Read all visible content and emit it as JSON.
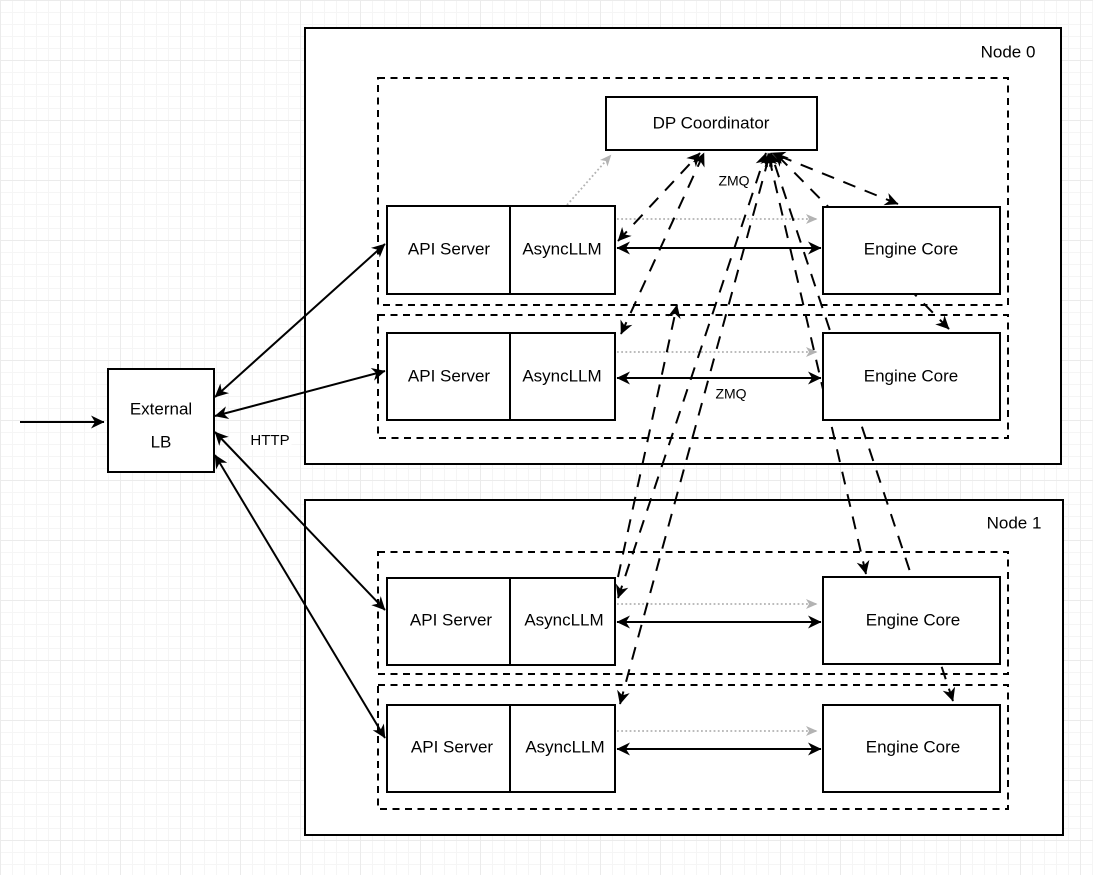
{
  "diagram": {
    "node_groups": [
      {
        "label": "Node 0"
      },
      {
        "label": "Node 1"
      }
    ],
    "external_lb": {
      "line1": "External",
      "line2": "LB"
    },
    "dp_coordinator": {
      "label": "DP Coordinator"
    },
    "rows": [
      {
        "node": "Node 0",
        "api_server": "API Server",
        "asyncllm": "AsyncLLM",
        "engine_core": "Engine Core"
      },
      {
        "node": "Node 0",
        "api_server": "API Server",
        "asyncllm": "AsyncLLM",
        "engine_core": "Engine Core"
      },
      {
        "node": "Node 1",
        "api_server": "API Server",
        "asyncllm": "AsyncLLM",
        "engine_core": "Engine Core"
      },
      {
        "node": "Node 1",
        "api_server": "API Server",
        "asyncllm": "AsyncLLM",
        "engine_core": "Engine Core"
      }
    ],
    "edge_labels": {
      "zmq_coordinator": "ZMQ",
      "zmq_row": "ZMQ",
      "http": "HTTP"
    },
    "colors": {
      "line": "#000000",
      "dotted_line": "#b3b3b3",
      "box_fill": "#ffffff",
      "grid_minor": "#f5f5f5",
      "grid_major": "#ebebeb"
    }
  }
}
